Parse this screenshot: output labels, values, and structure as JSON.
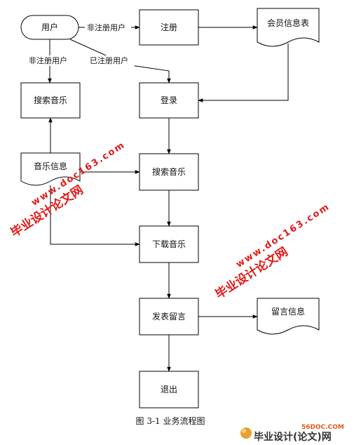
{
  "nodes": {
    "user": "用户",
    "register": "注册",
    "member_table": "会员信息表",
    "search_left": "搜索音乐",
    "login": "登录",
    "music_info": "音乐信息",
    "search_center": "搜索音乐",
    "download": "下载音乐",
    "post_message": "发表留言",
    "message_info": "留言信息",
    "exit": "退出"
  },
  "edges": {
    "unregistered_right": "非注册用户",
    "unregistered_down": "非注册用户",
    "registered": "已注册用户"
  },
  "caption": "图 3-1 业务流程图",
  "watermarks": {
    "left_cn": "毕业设计论文网",
    "left_url": "www.doc163.com",
    "right_cn": "毕业设计论文网",
    "right_url": "www.doc163.com",
    "logo_url": "56DOC.COM",
    "logo_text": "毕业设计(论文)网"
  },
  "colors": {
    "line": "#000000",
    "watermark": "#e01a1a"
  }
}
